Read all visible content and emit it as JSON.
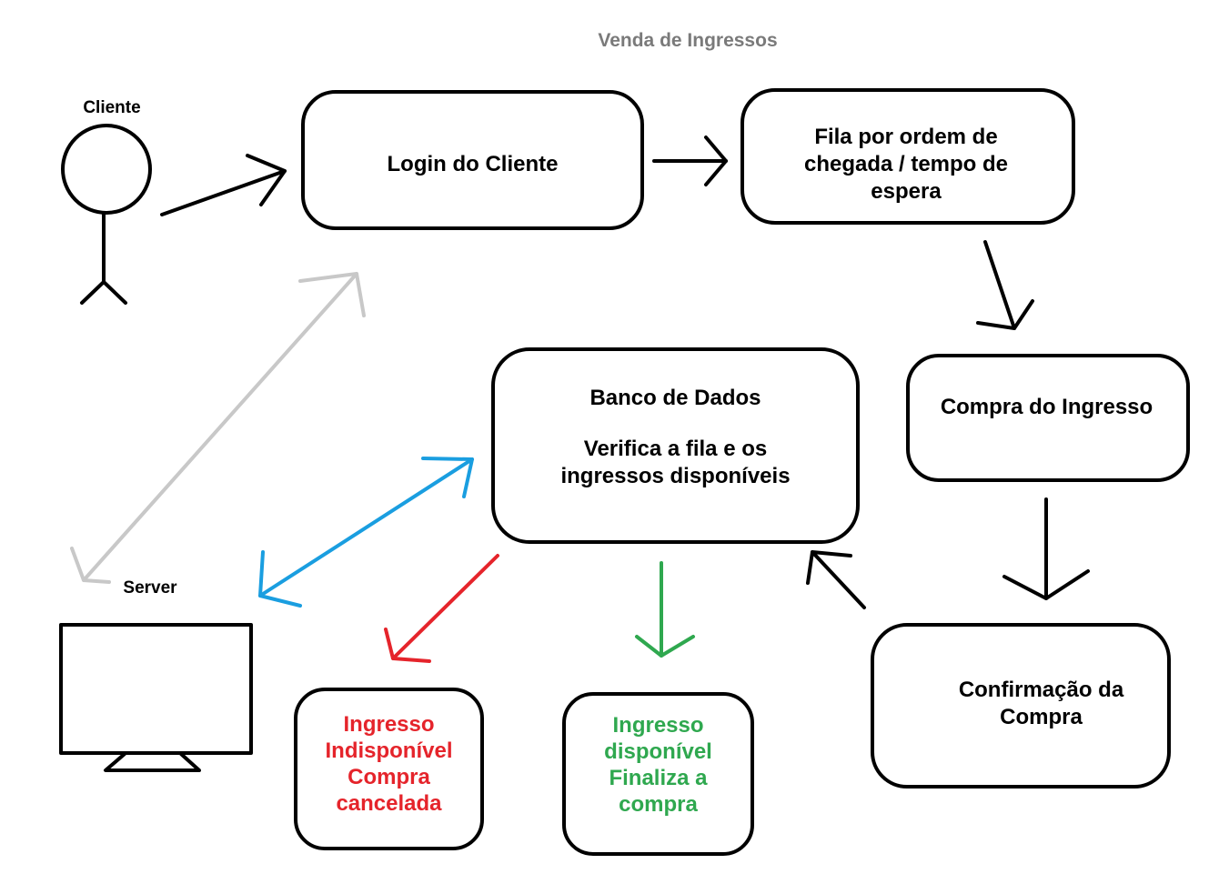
{
  "title": "Venda de Ingressos",
  "actors": {
    "client_label": "Cliente",
    "server_label": "Server"
  },
  "nodes": {
    "login": "Login do Cliente",
    "queue": [
      "Fila por ordem de",
      "chegada / tempo de",
      "espera"
    ],
    "database": {
      "heading": "Banco de Dados",
      "body": [
        "Verifica a fila e os",
        "ingressos disponíveis"
      ]
    },
    "purchase": "Compra do Ingresso",
    "confirmation": [
      "Confirmação da",
      "Compra"
    ],
    "unavailable": [
      "Ingresso",
      "Indisponível",
      "Compra",
      "cancelada"
    ],
    "available": [
      "Ingresso",
      "disponível",
      "Finaliza a",
      "compra"
    ]
  },
  "colors": {
    "stroke": "#000000",
    "title": "#7a7a7a",
    "server_link": "#c8c8c8",
    "database_link": "#1a9ee0",
    "unavailable": "#e5242b",
    "available": "#2fa84f"
  }
}
